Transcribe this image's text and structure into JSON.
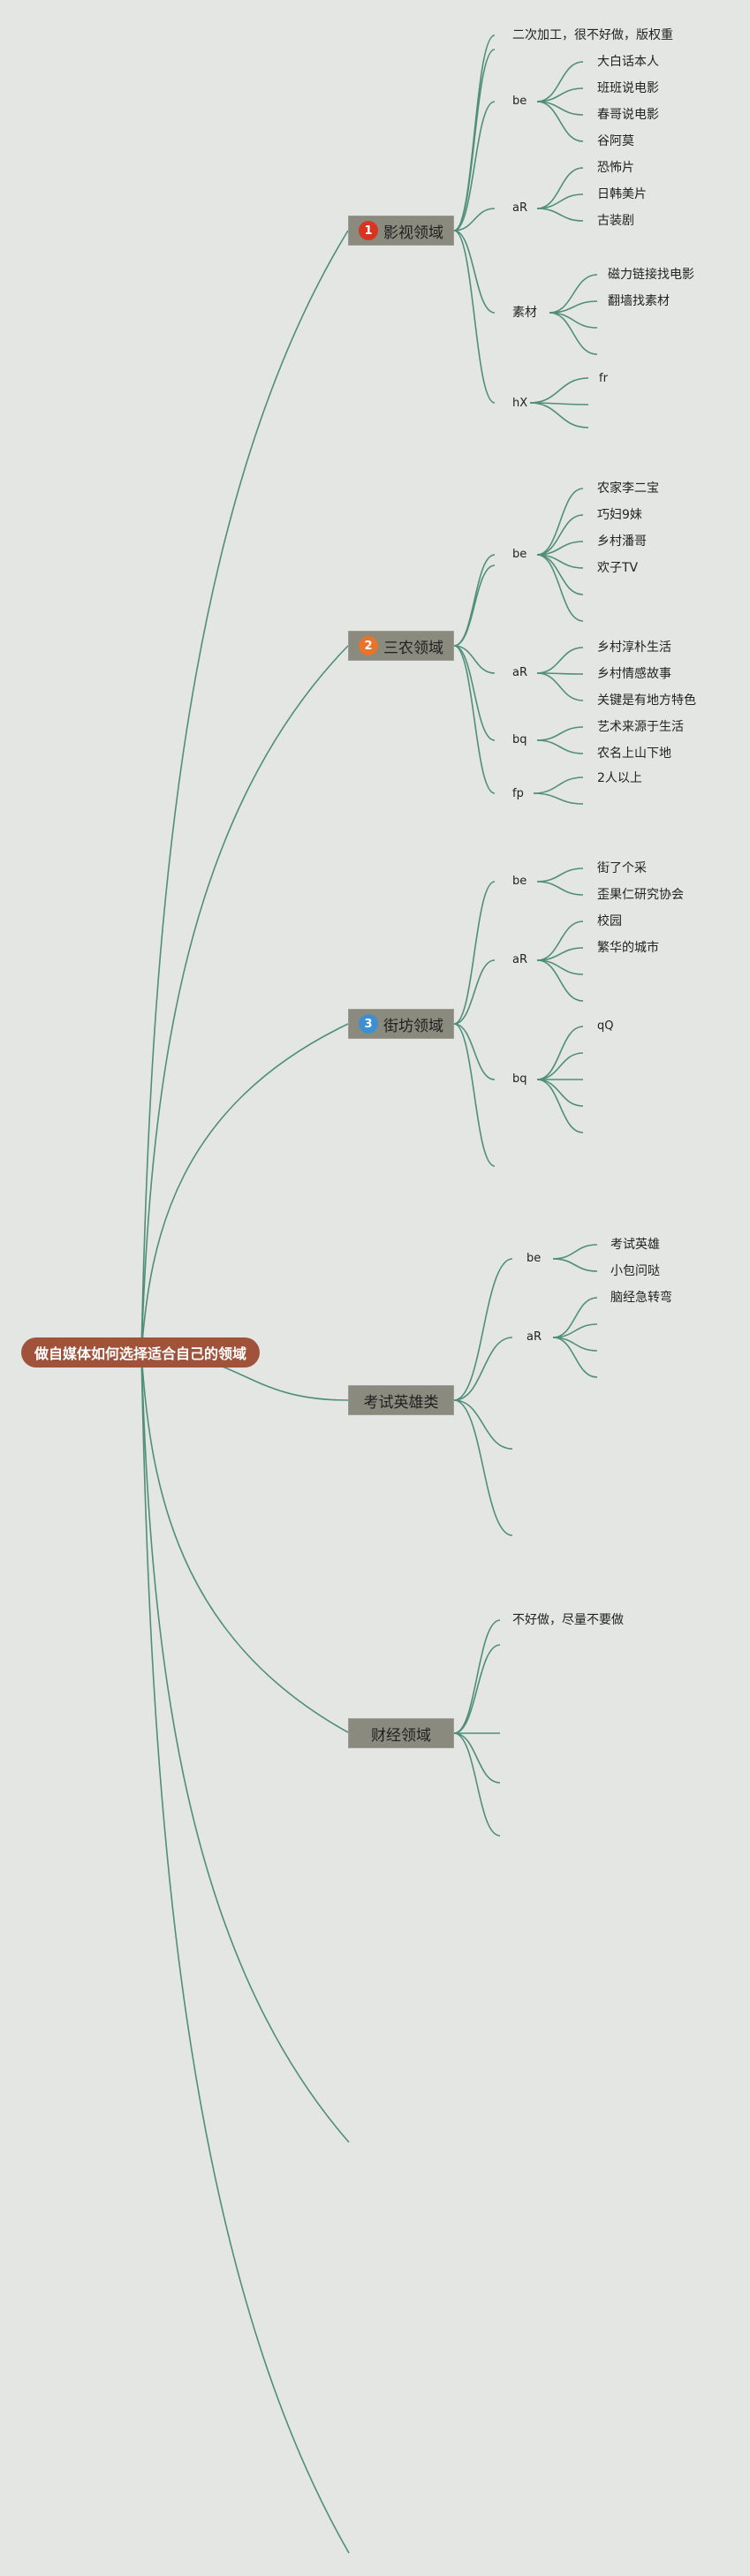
{
  "root": {
    "label": "做自媒体如何选择适合自己的领域"
  },
  "branches": {
    "film": {
      "label": "影视领域",
      "badge": "1",
      "badge_color": "#d8341f"
    },
    "farm": {
      "label": "三农领域",
      "badge": "2",
      "badge_color": "#e8732a"
    },
    "street": {
      "label": "街坊领域",
      "badge": "3",
      "badge_color": "#3d8fd4"
    },
    "exam": {
      "label": "考试英雄类"
    },
    "finance": {
      "label": "财经领域"
    }
  },
  "film": {
    "intro": "二次加工，很不好做，版权重",
    "be": {
      "label": "be",
      "items": [
        "大白话本人",
        "班班说电影",
        "春哥说电影",
        "谷阿莫"
      ]
    },
    "ar": {
      "label": "aR",
      "items": [
        "恐怖片",
        "日韩美片",
        "古装剧"
      ]
    },
    "sucai": {
      "label": "素材",
      "items": [
        "磁力链接找电影",
        "翻墙找素材"
      ]
    },
    "hx": {
      "label": "hX",
      "items": [
        "fr"
      ]
    }
  },
  "farm": {
    "be": {
      "label": "be",
      "items": [
        "农家李二宝",
        "巧妇9妹",
        "乡村潘哥",
        "欢子TV"
      ]
    },
    "ar": {
      "label": "aR",
      "items": [
        "乡村淳朴生活",
        "乡村情感故事",
        "关键是有地方特色"
      ]
    },
    "bq": {
      "label": "bq",
      "items": [
        "艺术来源于生活",
        "农名上山下地"
      ]
    },
    "fp": {
      "label": "fp",
      "items": [
        "2人以上"
      ]
    }
  },
  "street": {
    "be": {
      "label": "be",
      "items": [
        "街了个采",
        "歪果仁研究协会"
      ]
    },
    "ar": {
      "label": "aR",
      "items": [
        "校园",
        "繁华的城市"
      ]
    },
    "bq": {
      "label": "bq",
      "items": [
        "qQ"
      ]
    }
  },
  "exam": {
    "be": {
      "label": "be",
      "items": [
        "考试英雄",
        "小包问哒"
      ]
    },
    "ar": {
      "label": "aR",
      "items": [
        "脑经急转弯"
      ]
    }
  },
  "finance": {
    "note": "不好做，尽量不要做"
  },
  "colors": {
    "line": "#4f8f7a",
    "background": "#e4e6e3",
    "root_fill": "#a0523a",
    "topic_fill": "#8a8a7e"
  }
}
